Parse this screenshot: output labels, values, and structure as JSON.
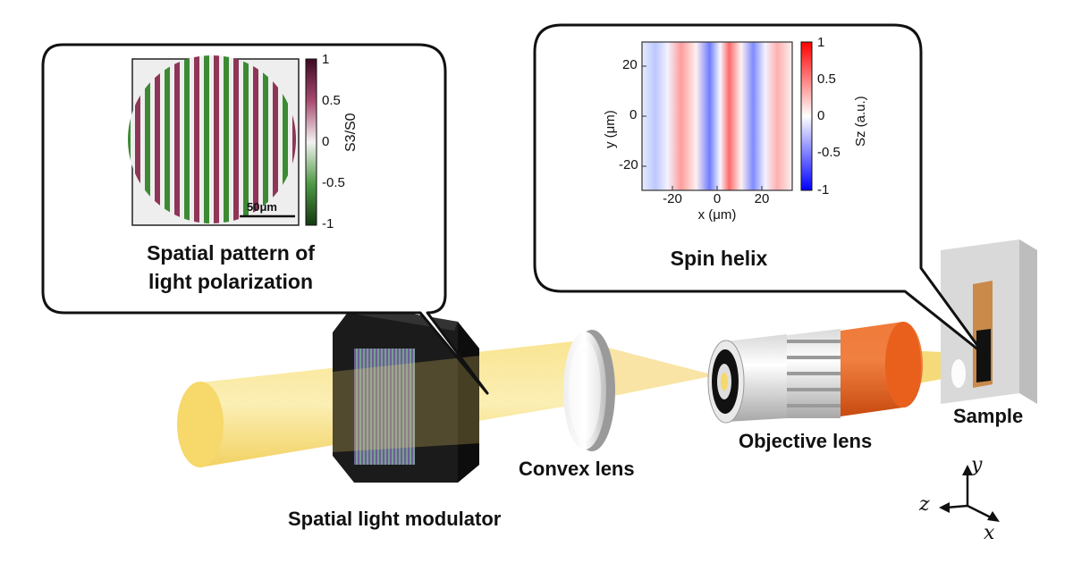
{
  "labels": {
    "slm": "Spatial light modulator",
    "convex_lens": "Convex lens",
    "objective_lens": "Objective lens",
    "sample": "Sample",
    "axis_x": "x",
    "axis_y": "y",
    "axis_z": "z"
  },
  "callout_left": {
    "title_line1": "Spatial pattern of",
    "title_line2": "light polarization",
    "scale_bar": "50μm",
    "colorbar_label": "S3/S0",
    "colorbar_ticks": [
      "1",
      "0.5",
      "0",
      "-0.5",
      "-1"
    ],
    "colors": {
      "high": "#3d0a22",
      "mid": "#f2f2f2",
      "low": "#153a10"
    }
  },
  "callout_right": {
    "title": "Spin helix",
    "xlabel": "x (μm)",
    "ylabel": "y (μm)",
    "xticks": [
      "-20",
      "0",
      "20"
    ],
    "yticks": [
      "20",
      "0",
      "-20"
    ],
    "colorbar_label": "Sz (a.u.)",
    "colorbar_ticks": [
      "1",
      "0.5",
      "0",
      "-0.5",
      "-1"
    ],
    "colors": {
      "high": "#ff0000",
      "mid": "#ffffff",
      "low": "#0000ff"
    }
  },
  "colors": {
    "beam": "#f6d86b",
    "beam_light": "#fbe9a0",
    "slm_body": "#1a1a1a",
    "objective_orange": "#e8601c",
    "sample_holder": "#cfcfcf",
    "sample_plate": "#c98a4a"
  }
}
